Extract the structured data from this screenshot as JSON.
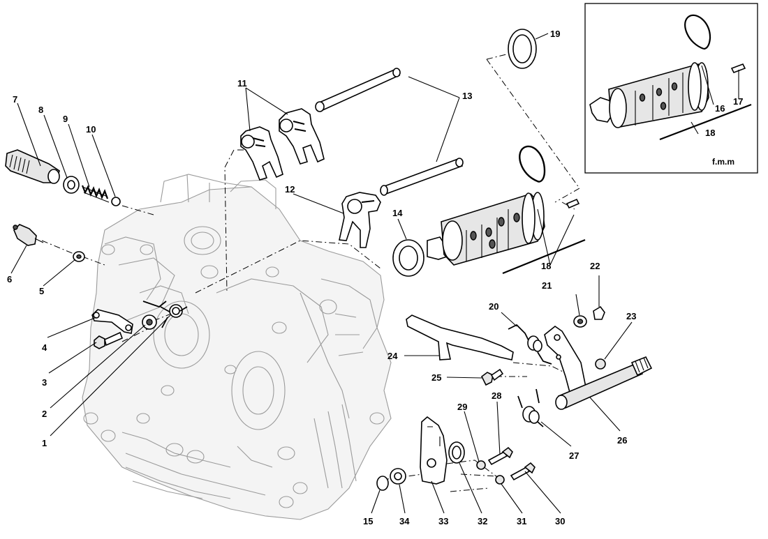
{
  "diagram": {
    "inset_caption": "f.m.m",
    "callouts": {
      "c1": "1",
      "c2": "2",
      "c3": "3",
      "c4": "4",
      "c5": "5",
      "c6": "6",
      "c7": "7",
      "c8": "8",
      "c9": "9",
      "c10": "10",
      "c11": "11",
      "c12": "12",
      "c13": "13",
      "c14": "14",
      "c15": "15",
      "c16": "16",
      "c17": "17",
      "c18a": "18",
      "c18b": "18",
      "c19": "19",
      "c20": "20",
      "c21": "21",
      "c22": "22",
      "c23": "23",
      "c24": "24",
      "c25": "25",
      "c26": "26",
      "c27": "27",
      "c28": "28",
      "c29": "29",
      "c30": "30",
      "c31": "31",
      "c32": "32",
      "c33": "33",
      "c34": "34"
    }
  }
}
